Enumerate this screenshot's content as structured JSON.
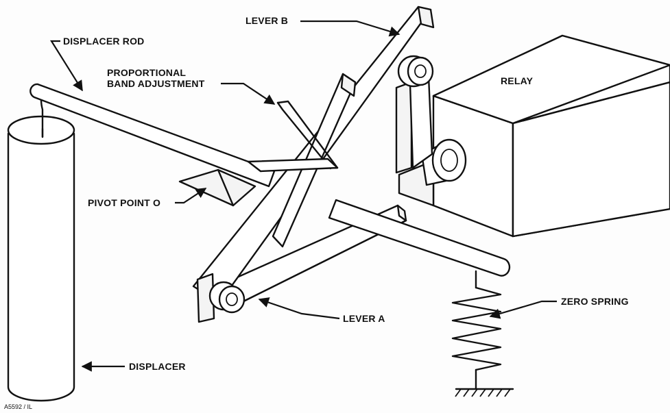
{
  "labels": {
    "lever_b": "LEVER B",
    "displacer_rod": "DISPLACER ROD",
    "prop_band_line1": "PROPORTIONAL",
    "prop_band_line2": "BAND ADJUSTMENT",
    "relay": "RELAY",
    "pivot_point": "PIVOT POINT O",
    "lever_a": "LEVER A",
    "zero_spring": "ZERO SPRING",
    "displacer": "DISPLACER",
    "figure_id": "A5592 / IL"
  }
}
